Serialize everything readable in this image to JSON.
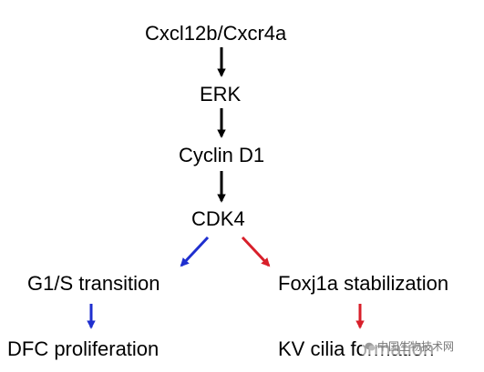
{
  "nodes": {
    "cxcl": "Cxcl12b/Cxcr4a",
    "erk": "ERK",
    "cyclin": "Cyclin D1",
    "cdk4": "CDK4",
    "g1s": "G1/S transition",
    "foxj1a": "Foxj1a stabilization",
    "dfc": "DFC proliferation",
    "kv": "KV cilia formation"
  },
  "watermark": "中国生物技术网",
  "colors": {
    "black": "#000000",
    "blue": "#1f2fcf",
    "red": "#d81f2a"
  }
}
